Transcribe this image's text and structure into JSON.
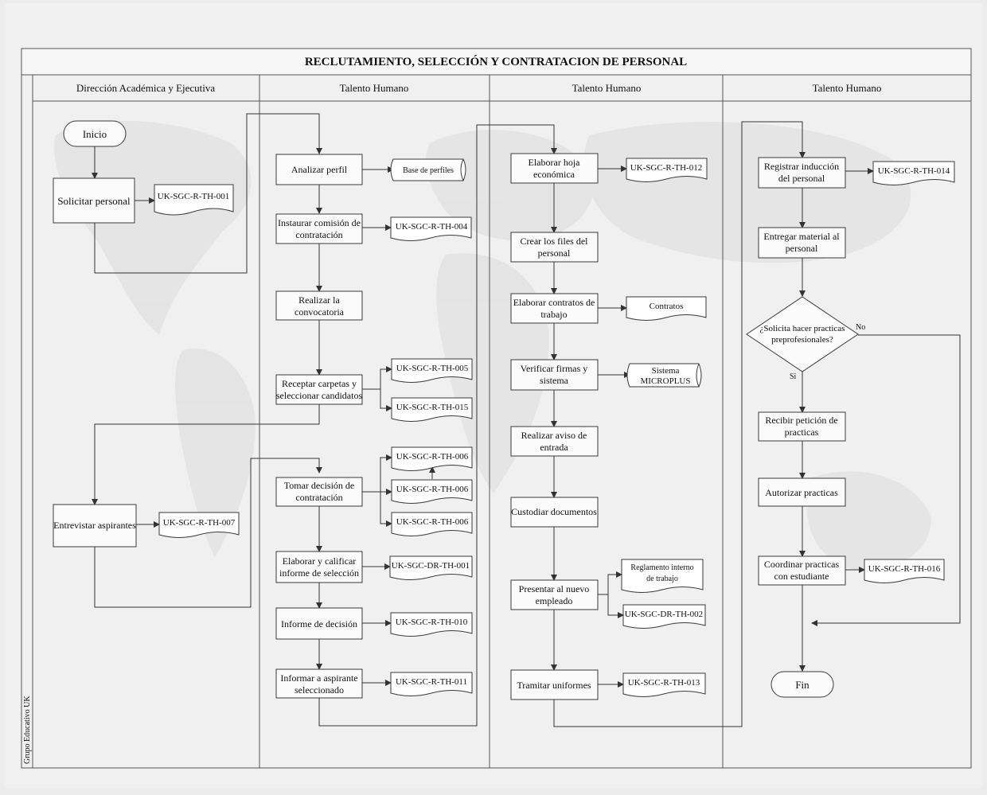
{
  "title": "RECLUTAMIENTO, SELECCIÓN Y CONTRATACION DE PERSONAL",
  "side_label": "Grupo Educativo UK",
  "lanes": [
    "Dirección Académica y Ejecutiva",
    "Talento Humano",
    "Talento Humano",
    "Talento Humano"
  ],
  "lane1": {
    "start": "Inicio",
    "solicitar": "Solicitar personal",
    "doc_001": "UK-SGC-R-TH-001",
    "entrevistar": "Entrevistar aspirantes",
    "doc_007": "UK-SGC-R-TH-007"
  },
  "lane2": {
    "analizar": "Analizar perfil",
    "base_perfiles": "Base de perfiles",
    "instaurar": [
      "Instaurar comisión de",
      "contratación"
    ],
    "doc_004": "UK-SGC-R-TH-004",
    "realizar": [
      "Realizar la",
      "convocatoria"
    ],
    "receptar": [
      "Receptar carpetas y",
      "seleccionar candidatos"
    ],
    "doc_005": "UK-SGC-R-TH-005",
    "doc_015": "UK-SGC-R-TH-015",
    "tomar": [
      "Tomar decisión de",
      "contratación"
    ],
    "doc_006a": "UK-SGC-R-TH-006",
    "doc_006b": "UK-SGC-R-TH-006",
    "doc_006c": "UK-SGC-R-TH-006",
    "elaborar_informe": [
      "Elaborar y calificar",
      "informe de selección"
    ],
    "doc_dr_001": "UK-SGC-DR-TH-001",
    "informe_decision": "Informe de decisión",
    "doc_010": "UK-SGC-R-TH-010",
    "informar": [
      "Informar a aspirante",
      "seleccionado"
    ],
    "doc_011": "UK-SGC-R-TH-011"
  },
  "lane3": {
    "hoja": [
      "Elaborar hoja",
      "económica"
    ],
    "doc_012": "UK-SGC-R-TH-012",
    "files": [
      "Crear los files del",
      "personal"
    ],
    "contratos": [
      "Elaborar contratos de",
      "trabajo"
    ],
    "doc_contratos": "Contratos",
    "verificar": [
      "Verificar firmas y",
      "sistema"
    ],
    "sistema": [
      "Sistema",
      "MICROPLUS"
    ],
    "aviso": [
      "Realizar aviso de",
      "entrada"
    ],
    "custodiar": "Custodiar documentos",
    "presentar": [
      "Presentar al nuevo",
      "empleado"
    ],
    "reglamento": [
      "Reglamento interno",
      "de trabajo"
    ],
    "doc_dr_002": "UK-SGC-DR-TH-002",
    "uniformes": "Tramitar uniformes",
    "doc_013": "UK-SGC-R-TH-013"
  },
  "lane4": {
    "induccion": [
      "Registrar inducción",
      "del personal"
    ],
    "doc_014": "UK-SGC-R-TH-014",
    "material": [
      "Entregar material al",
      "personal"
    ],
    "decision": [
      "¿Solicita hacer practicas",
      "preprofesionales?"
    ],
    "no": "No",
    "si": "Si",
    "peticion": [
      "Recibir petición de",
      "practicas"
    ],
    "autorizar": "Autorizar practicas",
    "coordinar": [
      "Coordinar practicas",
      "con estudiante"
    ],
    "doc_016": "UK-SGC-R-TH-016",
    "end": "Fin"
  }
}
